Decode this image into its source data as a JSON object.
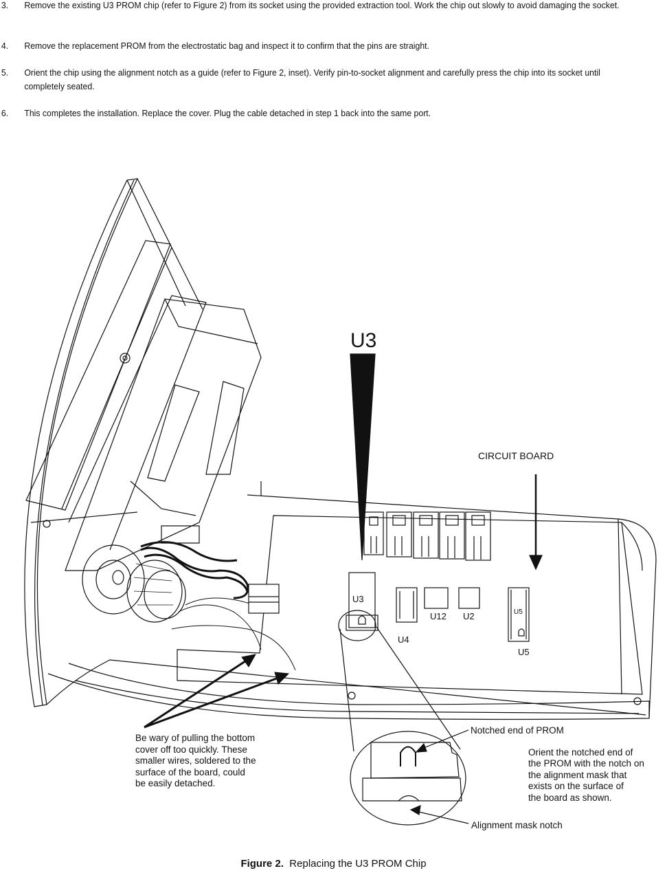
{
  "steps": [
    {
      "num": "3.",
      "text": "Remove the existing U3 PROM chip (refer to Figure 2) from its socket using the provided extraction tool. Work the chip out slowly to avoid damaging the socket."
    },
    {
      "num": "4.",
      "text": "Remove the replacement PROM from the electrostatic bag and inspect it to confirm that the pins are straight."
    },
    {
      "num": "5.",
      "text": "Orient the chip using the alignment notch as a guide (refer to Figure 2, inset). Verify pin-to-socket alignment and carefully press the chip into its socket until completely seated."
    },
    {
      "num": "6.",
      "text": "This completes the installation. Replace the cover. Plug the cable detached in step 1 back into the same port."
    }
  ],
  "figure": {
    "u3_big": "U3",
    "circuit_board": "CIRCUIT BOARD",
    "chips": {
      "u3": "U3",
      "u12": "U12",
      "u2": "U2",
      "u4": "U4",
      "u5": "U5",
      "u5_on_chip": "U5"
    },
    "wire_warning": [
      "Be wary of pulling the bottom",
      "cover off too quickly. These",
      "smaller wires, soldered to the",
      "surface of the board, could",
      "be easily detached."
    ],
    "notched_end": "Notched end of PROM",
    "orient_note": [
      "Orient the notched end of",
      "the PROM with the notch on",
      "the alignment mask that",
      "exists on the surface of",
      "the board as shown."
    ],
    "alignment_notch": "Alignment mask notch"
  },
  "caption": {
    "label": "Figure 2.",
    "title": "Replacing the U3 PROM Chip"
  }
}
